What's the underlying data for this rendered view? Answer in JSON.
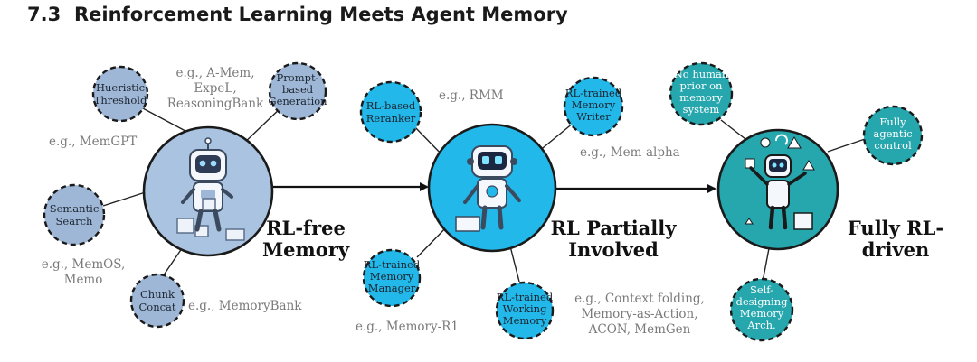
{
  "section": {
    "number": "7.3",
    "title": "Reinforcement Learning Meets Agent Memory"
  },
  "stages": [
    {
      "id": "rlfree",
      "label": [
        "RL-free",
        "Memory"
      ]
    },
    {
      "id": "partial",
      "label": [
        "RL Partially",
        "Involved"
      ]
    },
    {
      "id": "full",
      "label": [
        "Fully RL-",
        "driven"
      ]
    }
  ],
  "nodes": [
    {
      "id": "heuristic",
      "stage": "rlfree",
      "lines": [
        "Hueristic",
        "Threshold"
      ]
    },
    {
      "id": "prompt",
      "stage": "rlfree",
      "lines": [
        "Prompt-",
        "based",
        "Generation"
      ]
    },
    {
      "id": "semantic",
      "stage": "rlfree",
      "lines": [
        "Semantic",
        "Search"
      ]
    },
    {
      "id": "chunk",
      "stage": "rlfree",
      "lines": [
        "Chunk",
        "Concat"
      ]
    },
    {
      "id": "reranker",
      "stage": "partial",
      "lines": [
        "RL-based",
        "Reranker"
      ]
    },
    {
      "id": "writer",
      "stage": "partial",
      "lines": [
        "RL-trained",
        "Memory",
        "Writer"
      ]
    },
    {
      "id": "manager",
      "stage": "partial",
      "lines": [
        "RL-trained",
        "Memory",
        "Manager"
      ]
    },
    {
      "id": "working",
      "stage": "partial",
      "lines": [
        "RL-trained",
        "Working",
        "Memory"
      ]
    },
    {
      "id": "nohuman",
      "stage": "full",
      "lines": [
        "No human",
        "prior on",
        "memory",
        "system"
      ]
    },
    {
      "id": "agentic",
      "stage": "full",
      "lines": [
        "Fully",
        "agentic",
        "control"
      ]
    },
    {
      "id": "selfdesign",
      "stage": "full",
      "lines": [
        "Self-",
        "designing",
        "Memory",
        "Arch."
      ]
    }
  ],
  "examples": [
    {
      "id": "amem",
      "lines": [
        "e.g., A-Mem,",
        "ExpeL,",
        "ReasoningBank"
      ]
    },
    {
      "id": "memgpt",
      "lines": [
        "e.g., MemGPT"
      ]
    },
    {
      "id": "memos",
      "lines": [
        "e.g., MemOS,",
        "Memo"
      ]
    },
    {
      "id": "memorybank",
      "lines": [
        "e.g., MemoryBank"
      ]
    },
    {
      "id": "rmm",
      "lines": [
        "e.g., RMM"
      ]
    },
    {
      "id": "memalpha",
      "lines": [
        "e.g., Mem-alpha"
      ]
    },
    {
      "id": "memr1",
      "lines": [
        "e.g., Memory-R1"
      ]
    },
    {
      "id": "ctx",
      "lines": [
        "e.g., Context folding,",
        "Memory-as-Action,",
        "ACON, MemGen"
      ]
    }
  ],
  "colors": {
    "rlfree_hub": "#a9c3e0",
    "rlfree_node": "#9fb7d6",
    "partial": "#22b8ea",
    "full": "#26a6ad",
    "line": "#111111",
    "example_text": "#7a7a7a"
  },
  "icons": [
    "robot-rlfree-icon",
    "robot-partial-icon",
    "robot-full-icon"
  ]
}
